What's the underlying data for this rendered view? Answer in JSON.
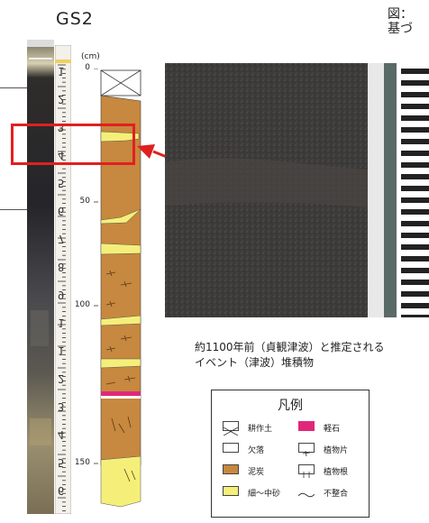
{
  "site_label": "GS2",
  "figure_caption": "図：\n基づ",
  "column": {
    "unit_label": "(cm)",
    "depth_ticks": [
      "0",
      "50",
      "100",
      "150"
    ]
  },
  "ruler_numbers": [
    "1",
    "2",
    "3",
    "4",
    "5",
    "6",
    "7",
    "8",
    "9",
    "1",
    "1",
    "2",
    "3",
    "4",
    "5",
    "6"
  ],
  "event_caption": "約1100年前（貞観津波）と推定される\nイベント（津波）堆積物",
  "legend": {
    "title": "凡例",
    "items": [
      {
        "label": "耕作土",
        "swatch": "cross"
      },
      {
        "label": "軽石",
        "swatch": "pink",
        "color": "#e0287a"
      },
      {
        "label": "欠落",
        "swatch": "blank"
      },
      {
        "label": "植物片",
        "swatch": "plant-fragment"
      },
      {
        "label": "泥炭",
        "swatch": "peat",
        "color": "#c7883f"
      },
      {
        "label": "植物根",
        "swatch": "plant-root"
      },
      {
        "label": "細～中砂",
        "swatch": "sand",
        "color": "#f5ef7a"
      },
      {
        "label": "不整合",
        "swatch": "unconformity"
      }
    ]
  },
  "colors": {
    "peat": "#c7883f",
    "sand": "#f5ef7a",
    "pumice": "#e0287a",
    "callout": "#e02020"
  }
}
